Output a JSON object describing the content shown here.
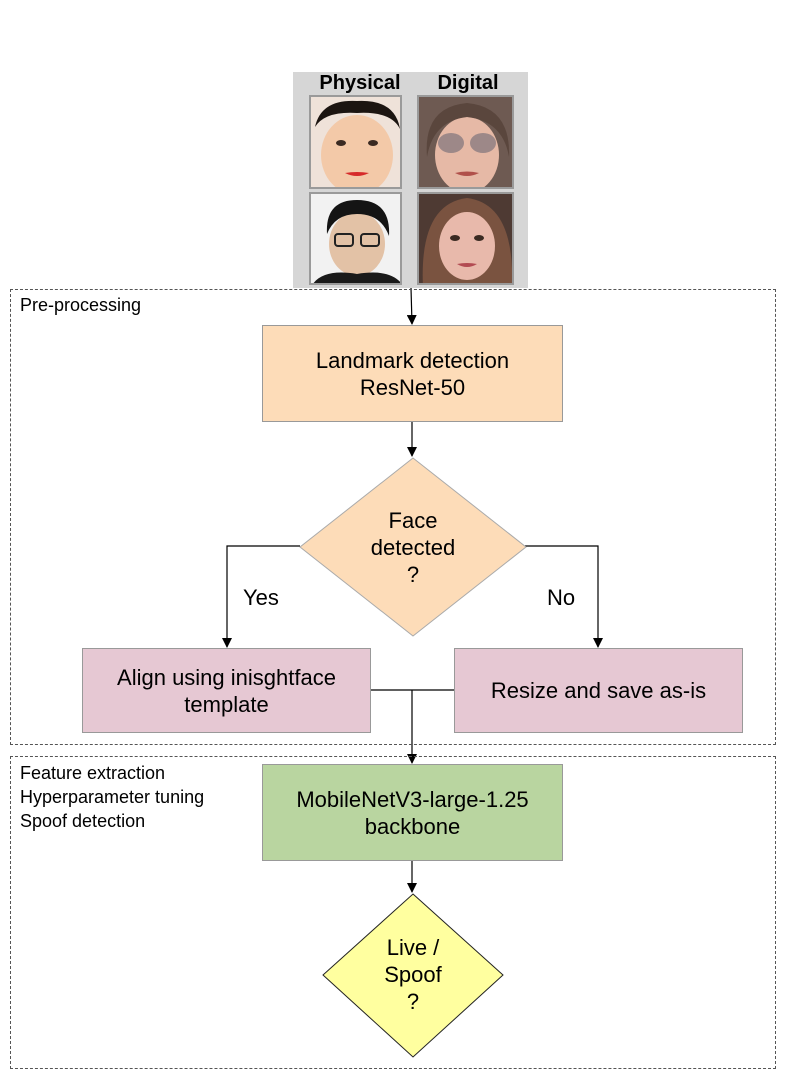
{
  "photos": {
    "physical_label": "Physical",
    "digital_label": "Digital"
  },
  "groups": {
    "preprocessing": {
      "label": "Pre-processing"
    },
    "feature": {
      "lines": [
        "Feature extraction",
        "Hyperparameter tuning",
        "Spoof detection"
      ]
    }
  },
  "nodes": {
    "landmark": {
      "lines": [
        "Landmark detection",
        "ResNet-50"
      ]
    },
    "face_detected": {
      "lines": [
        "Face",
        "detected",
        "?"
      ]
    },
    "align": {
      "lines": [
        "Align using inisghtface",
        "template"
      ]
    },
    "resize": {
      "lines": [
        "Resize and save as-is"
      ]
    },
    "mobilenet": {
      "lines": [
        "MobileNetV3-large-1.25",
        "backbone"
      ]
    },
    "live_spoof": {
      "lines": [
        "Live /",
        "Spoof",
        "?"
      ]
    }
  },
  "edges": {
    "yes_label": "Yes",
    "no_label": "No"
  },
  "colors": {
    "landmark_fill": "#fddcb8",
    "decision_fill": "#fddcb8",
    "align_fill": "#e6c8d3",
    "backbone_fill": "#b9d5a0",
    "live_fill": "#ffff9f"
  }
}
